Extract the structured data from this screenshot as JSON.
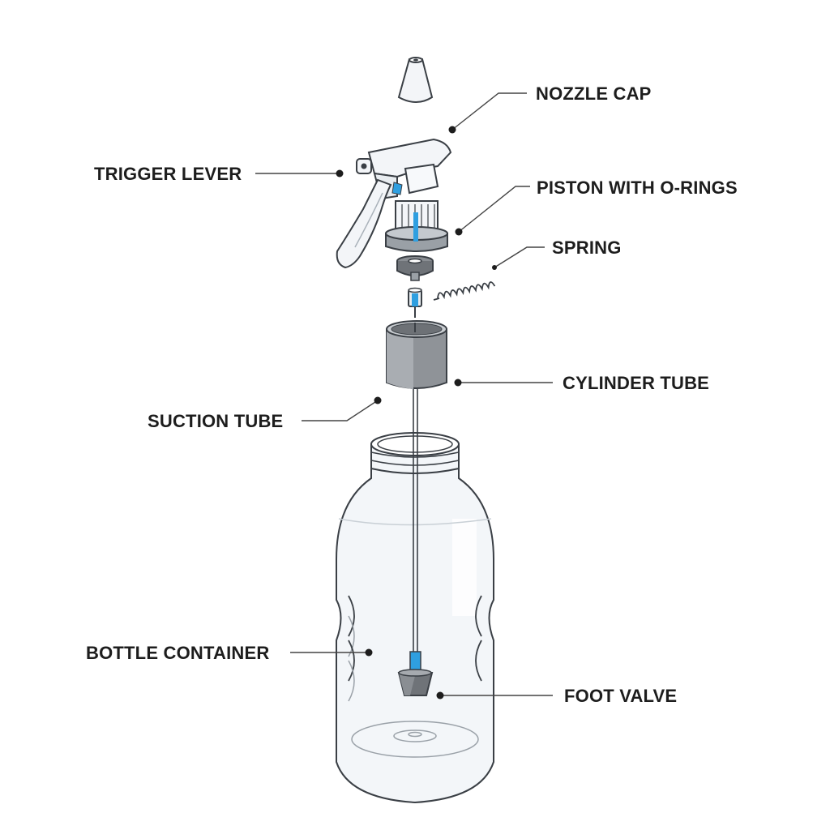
{
  "labels": {
    "nozzle_cap": "NOZZLE CAP",
    "trigger_lever": "TRIGGER LEVER",
    "piston": "PISTON WITH O-RINGS",
    "spring": "SPRING",
    "cylinder_tube": "CYLINDER TUBE",
    "suction_tube": "SUCTION TUBE",
    "bottle_container": "BOTTLE CONTAINER",
    "foot_valve": "FOOT VALVE"
  },
  "colors": {
    "outline": "#3a3f45",
    "accent_blue": "#2f9fe0",
    "plastic": "#eef2f6",
    "dark_part": "#8a8e93"
  }
}
